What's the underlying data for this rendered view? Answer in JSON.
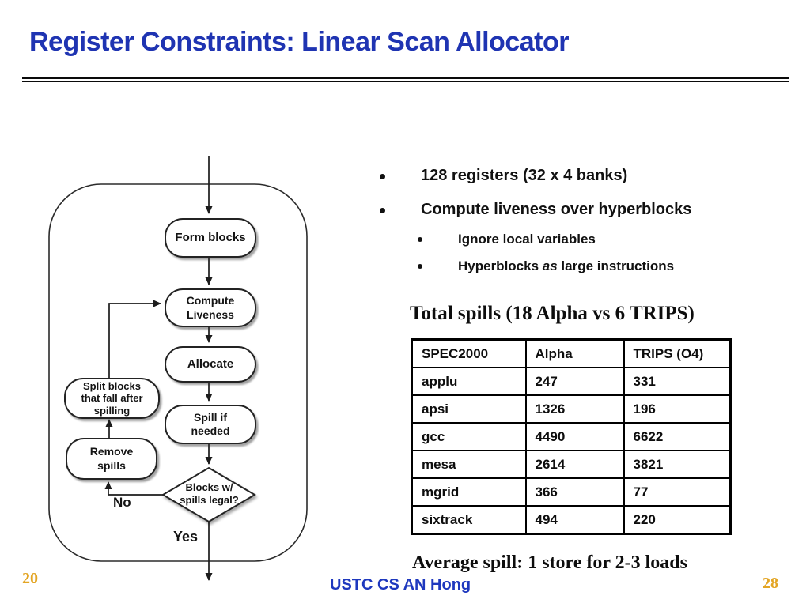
{
  "slide": {
    "title": "Register Constraints: Linear Scan Allocator",
    "footer": {
      "left_page_number": "20",
      "right_page_number": "28",
      "credit": "USTC CS AN Hong"
    }
  },
  "colors": {
    "title_blue": "#1F34B2",
    "footer_blue": "#1E38BE",
    "page_number_gold": "#E3A524",
    "line_black": "#1c1c1c"
  },
  "bullets": {
    "item1": "128 registers (32 x 4 banks)",
    "item2": "Compute liveness over hyperblocks",
    "sub1": "Ignore local variables",
    "sub2_pre": "Hyperblocks ",
    "sub2_italic": "as",
    "sub2_post": " large instructions"
  },
  "spills": {
    "heading": "Total spills (18 Alpha vs 6 TRIPS)",
    "caption": "Average spill: 1 store for 2-3 loads"
  },
  "table": {
    "headers": [
      "SPEC2000",
      "Alpha",
      "TRIPS (O4)"
    ],
    "rows": [
      [
        "applu",
        "247",
        "331"
      ],
      [
        "apsi",
        "1326",
        "196"
      ],
      [
        "gcc",
        "4490",
        "6622"
      ],
      [
        "mesa",
        "2614",
        "3821"
      ],
      [
        "mgrid",
        "366",
        "77"
      ],
      [
        "sixtrack",
        "494",
        "220"
      ]
    ]
  },
  "flowchart": {
    "form_blocks": "Form blocks",
    "compute_liveness": "Compute\nLiveness",
    "allocate": "Allocate",
    "spill_if_needed": "Spill if\nneeded",
    "split_blocks": "Split blocks\nthat fall after\nspilling",
    "remove_spills": "Remove\nspills",
    "decision": "Blocks w/\nspills legal?",
    "no_label": "No",
    "yes_label": "Yes"
  }
}
